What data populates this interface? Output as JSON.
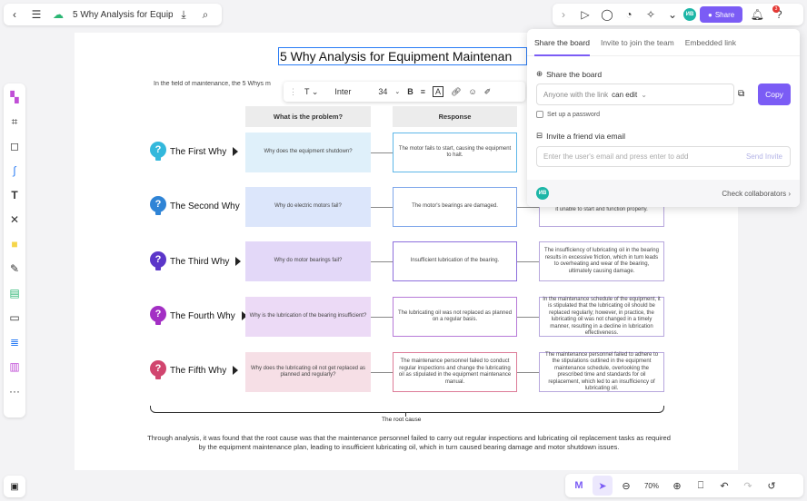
{
  "topbar": {
    "doc_title": "5 Why Analysis for Equip...",
    "share_label": "Share",
    "avatar_text": "ИВ",
    "notification_count": "3"
  },
  "board": {
    "title": "5 Why Analysis for Equipment Maintenan",
    "intro": "In the field of maintenance, the 5 Whys m",
    "format_bar": {
      "font": "Inter",
      "size": "34"
    },
    "columns": [
      "What is the problem?",
      "Response"
    ],
    "rows": [
      {
        "label": "The First Why",
        "color": "#33b8dc",
        "problem": "Why does the equipment shutdown?",
        "response": "The motor fails to start, causing the equipment to halt.",
        "third": ""
      },
      {
        "label": "The Second Why",
        "color": "#2f84d6",
        "problem": "Why do electric motors fail?",
        "response": "The motor's bearings are damaged.",
        "third": "bearing caused the motor to seize up, rendering it unable to start and function properly."
      },
      {
        "label": "The Third Why",
        "color": "#5b36c9",
        "problem": "Why do motor bearings fail?",
        "response": "Insufficient lubrication of the bearing.",
        "third": "The insufficiency of lubricating oil in the bearing results in excessive friction, which in turn leads to overheating and wear of the bearing, ultimately causing damage."
      },
      {
        "label": "The Fourth Why",
        "color": "#a32fc4",
        "problem": "Why is the lubrication of the bearing insufficient?",
        "response": "The lubricating oil was not replaced as planned on a regular basis.",
        "third": "In the maintenance schedule of the equipment, it is stipulated that the lubricating oil should be replaced regularly; however, in practice, the lubricating oil was not changed in a timely manner, resulting in a decline in lubrication effectiveness."
      },
      {
        "label": "The Fifth Why",
        "color": "#d1456f",
        "problem": "Why does the lubricating oil not get replaced as planned and regularly?",
        "response": "The maintenance personnel failed to conduct regular inspections and change the lubricating oil as stipulated in the equipment maintenance manual.",
        "third": "The maintenance personnel failed to adhere to the stipulations outlined in the equipment maintenance schedule, overlooking the prescribed time and standards for oil replacement, which led to an insufficiency of lubricating oil."
      }
    ],
    "root_cause_label": "The root cause",
    "conclusion": "Through analysis, it was found that the root cause was that the maintenance personnel failed to carry out regular inspections and lubricating oil replacement tasks as required by the equipment maintenance plan, leading to insufficient lubricating oil, which in turn caused bearing damage and motor shutdown issues."
  },
  "share_panel": {
    "tabs": [
      "Share the board",
      "Invite to join the team",
      "Embedded link"
    ],
    "section_share": "Share the board",
    "link_prefix": "Anyone with the link",
    "link_permission": "can edit",
    "copy_label": "Copy",
    "password_label": "Set up a password",
    "section_invite": "Invite a friend via email",
    "email_placeholder": "Enter the user's email and press enter to add",
    "send_label": "Send Invite",
    "check_label": "Check collaborators"
  },
  "zoom": "70%"
}
